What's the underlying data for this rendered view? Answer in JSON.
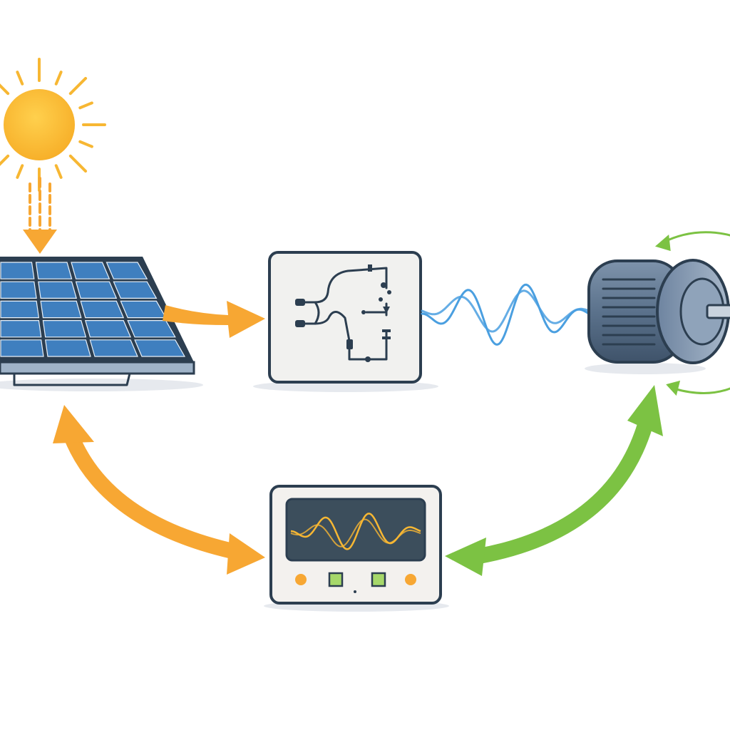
{
  "diagram": {
    "nodes": [
      {
        "id": "sun",
        "icon": "sun-icon",
        "color": "#F7B733"
      },
      {
        "id": "solar-panel",
        "icon": "solar-panel-icon",
        "color": "#3F7FBF"
      },
      {
        "id": "inverter",
        "icon": "circuit-board-icon",
        "color": "#2C3E50"
      },
      {
        "id": "motor",
        "icon": "electric-motor-icon",
        "color": "#5B728C"
      },
      {
        "id": "monitor",
        "icon": "oscilloscope-icon",
        "color": "#3C4E5C"
      }
    ],
    "connections": [
      {
        "from": "sun",
        "to": "solar-panel",
        "color": "#F7A733",
        "style": "dashed-arrow"
      },
      {
        "from": "solar-panel",
        "to": "inverter",
        "color": "#F7A733",
        "style": "arrow"
      },
      {
        "from": "inverter",
        "to": "motor",
        "color": "#4A9FE0",
        "style": "waveform"
      },
      {
        "from": "solar-panel",
        "to": "monitor",
        "color": "#F7A733",
        "style": "double-arrow"
      },
      {
        "from": "monitor",
        "to": "motor",
        "color": "#7CC243",
        "style": "double-arrow"
      }
    ],
    "colors": {
      "orange": "#F7A733",
      "green": "#7CC243",
      "blue": "#4A9FE0",
      "outline": "#2C3E50",
      "panel_blue": "#3F7FBF",
      "screen": "#3C4E5C"
    }
  }
}
